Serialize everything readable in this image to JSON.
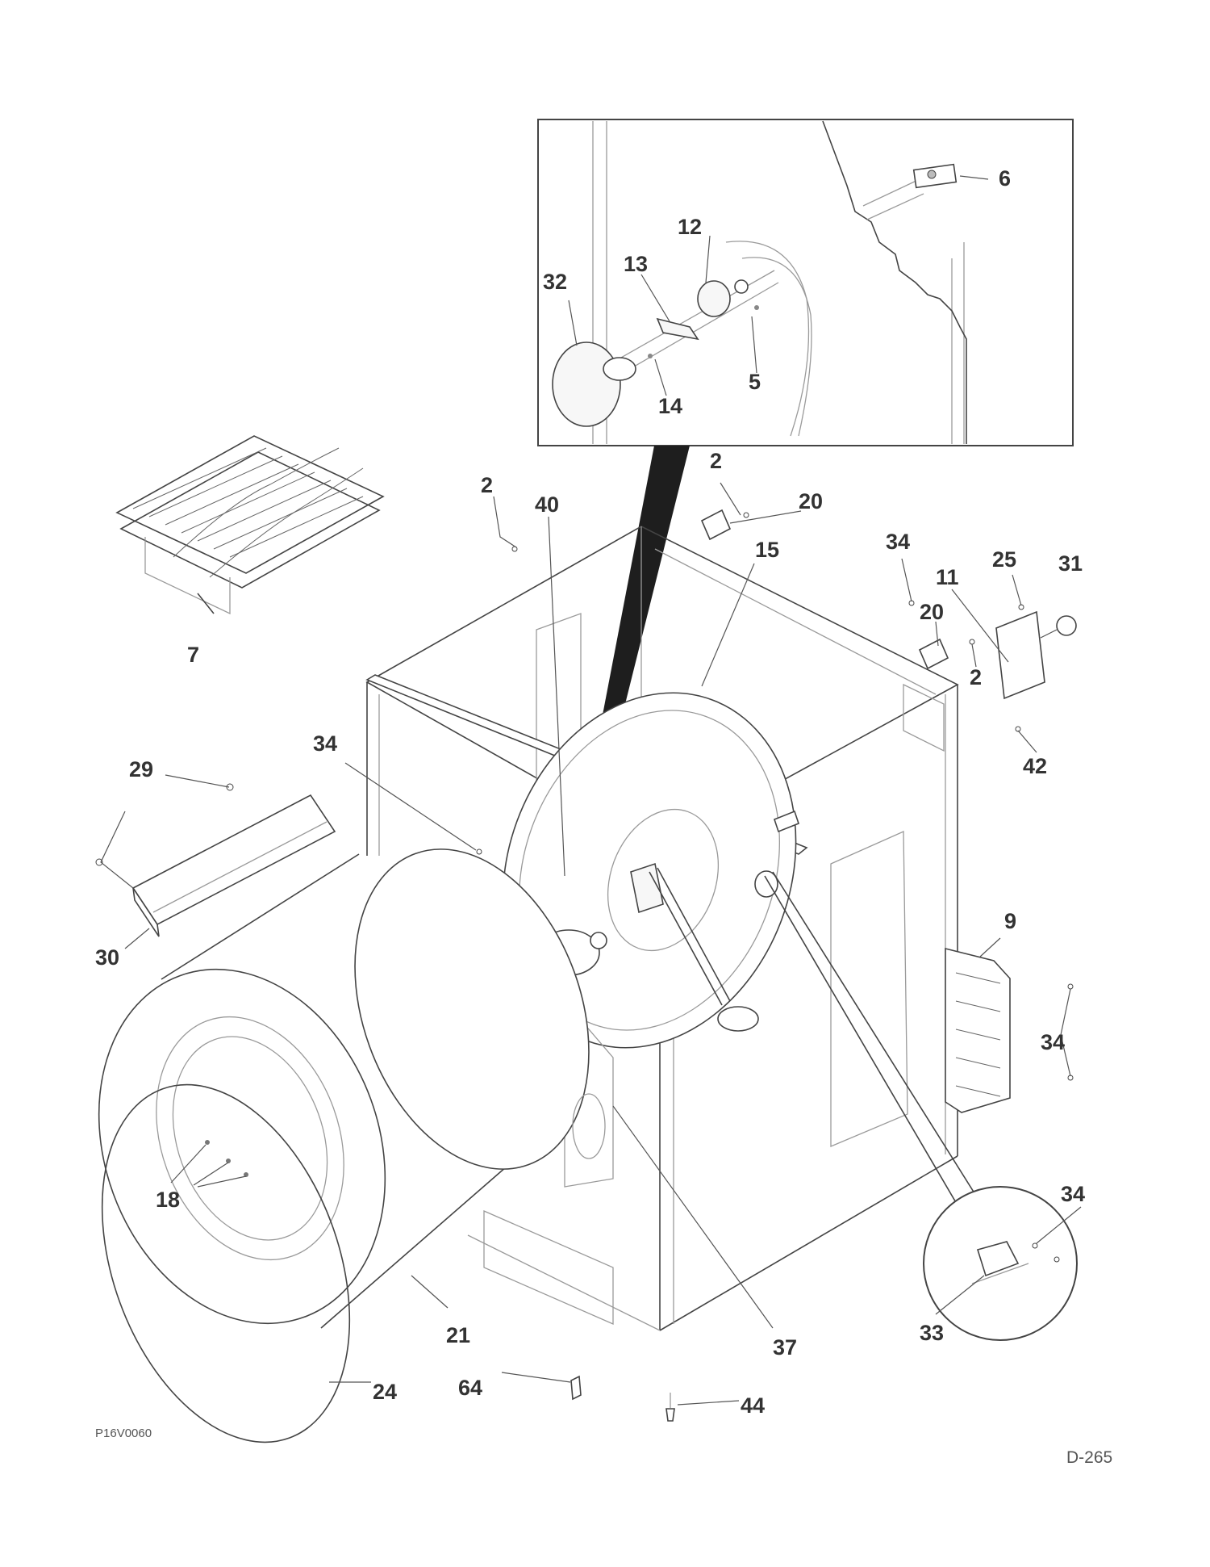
{
  "callouts": {
    "c6": "6",
    "c12": "12",
    "c13": "13",
    "c32": "32",
    "c5": "5",
    "c14": "14",
    "c2a": "2",
    "c2b": "2",
    "c2c": "2",
    "c20a": "20",
    "c20b": "20",
    "c40": "40",
    "c15": "15",
    "c34a": "34",
    "c34b": "34",
    "c34c": "34",
    "c34d": "34",
    "c25": "25",
    "c31": "31",
    "c11": "11",
    "c42": "42",
    "c7": "7",
    "c29": "29",
    "c30": "30",
    "c9": "9",
    "c18": "18",
    "c21": "21",
    "c37": "37",
    "c33": "33",
    "c24": "24",
    "c64": "64",
    "c44": "44"
  },
  "image_code": "P16V0060",
  "page_ref": "D-265"
}
